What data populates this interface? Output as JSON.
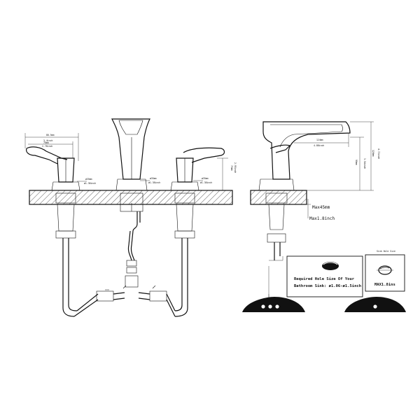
{
  "front_view": {
    "handle_reach_mm": "80.5mm",
    "handle_reach_in": "3.4inch",
    "handle_reach2_mm": "70mm",
    "handle_reach2_in": "2.76inch",
    "spout_height_mm": "75mm",
    "spout_height_in": "2.95inch",
    "left_shank_mm": "ø35mm",
    "left_shank_in": "ø1.38inch",
    "center_shank_mm": "ø35mm",
    "center_shank_in": "ø1.38inch",
    "right_shank_mm": "ø35mm",
    "right_shank_in": "ø1.38inch"
  },
  "side_view": {
    "spout_reach_mm": "124mm",
    "spout_reach_in": "4.88inch",
    "height1_mm": "90mm",
    "height1_in": "3.54inch",
    "height2_mm": "120mm",
    "height2_in": "4.72inch",
    "max_deck_mm": "Max45mm",
    "max_deck_in": "Max1.8inch"
  },
  "hole_box": {
    "line1": "Required Hole Size Of Your",
    "line2": "Bathroom Sink: ø1.06-ø1.5inch"
  },
  "sink_hole": {
    "title": "Sink Hole Size",
    "max_label": "MAX1.8ins"
  }
}
